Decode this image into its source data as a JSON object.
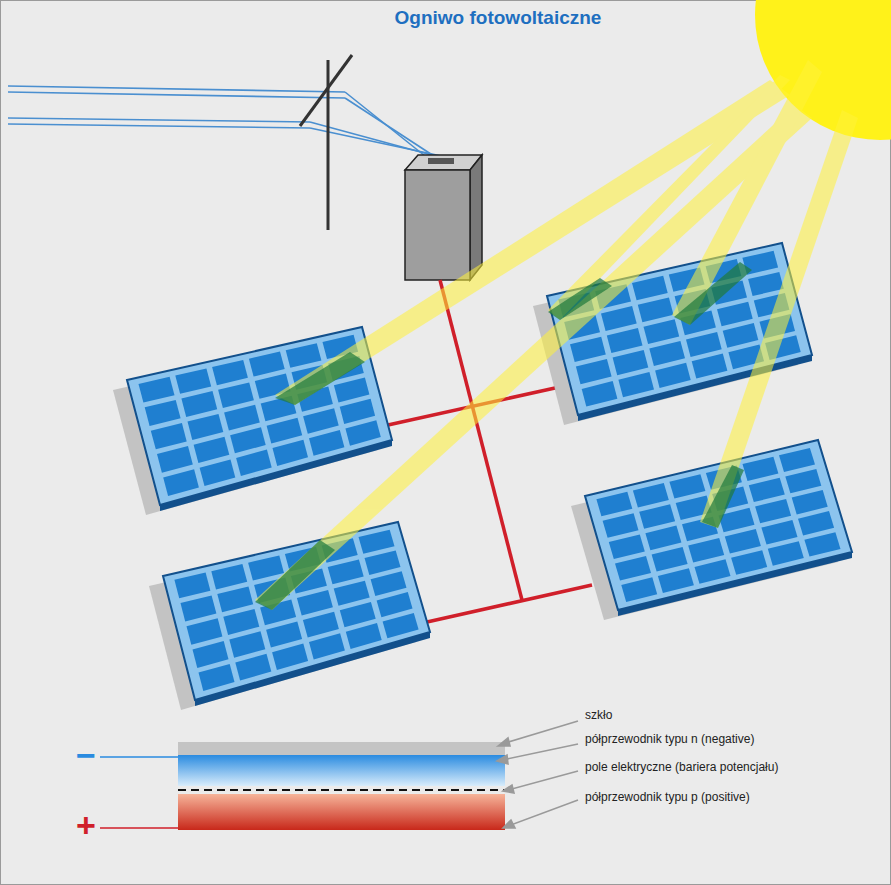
{
  "diagram": {
    "title": "Ogniwo fotowoltaiczne",
    "labels": [
      "szkło",
      "półprzewodnik typu n (negative)",
      "pole elektryczne (bariera potencjału)",
      "półprzewodnik typu p (positive)",
      "−",
      "+"
    ]
  }
}
